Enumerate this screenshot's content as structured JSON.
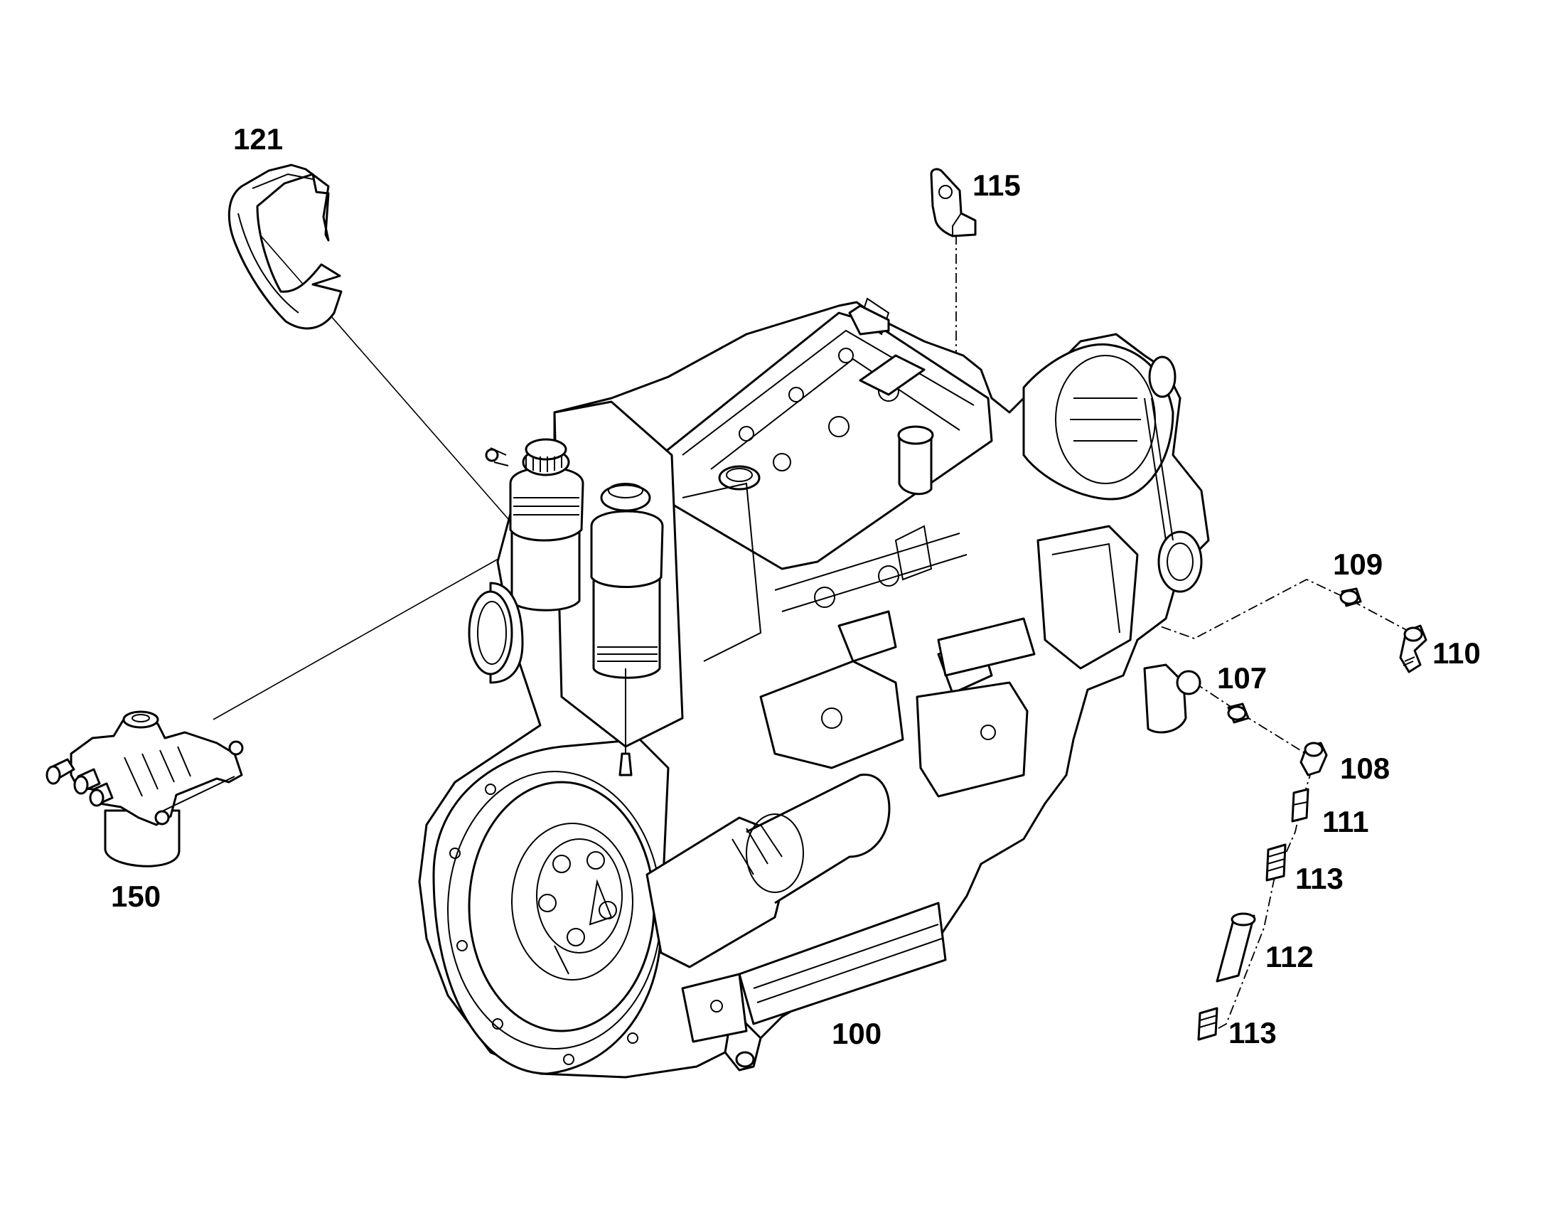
{
  "callouts": {
    "c100": "100",
    "c107": "107",
    "c108": "108",
    "c109": "109",
    "c110": "110",
    "c111": "111",
    "c112": "112",
    "c113a": "113",
    "c113b": "113",
    "c115": "115",
    "c121": "121",
    "c150": "150"
  },
  "colors": {
    "ink": "#000000",
    "paper": "#ffffff"
  }
}
